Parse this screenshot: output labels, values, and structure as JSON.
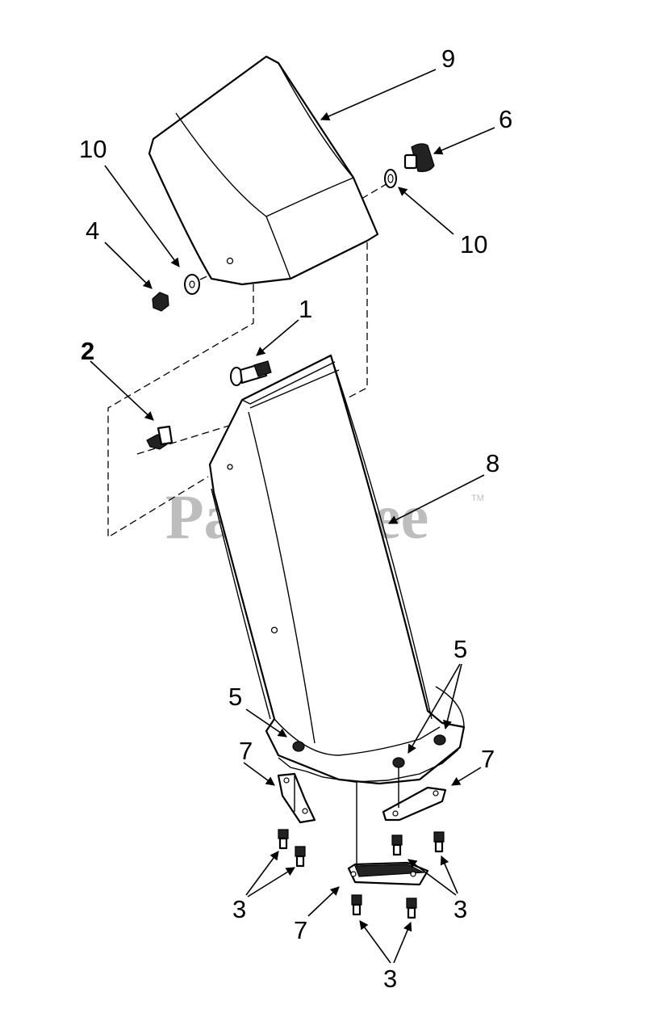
{
  "watermark": {
    "text": "PartsTree",
    "tm": "TM"
  },
  "callouts": {
    "deflector": "9",
    "knob": "6",
    "washer_right": "10",
    "washer_left": "10",
    "nut": "4",
    "bolt_upper": "1",
    "bolt_left": "2",
    "chute": "8",
    "bushing_left_upper": "5",
    "bushing_right_upper": "5",
    "keeper_left": "7",
    "keeper_right": "7",
    "keeper_bottom": "7",
    "screws_left": "3",
    "screws_right": "3",
    "screws_bottom": "3"
  }
}
